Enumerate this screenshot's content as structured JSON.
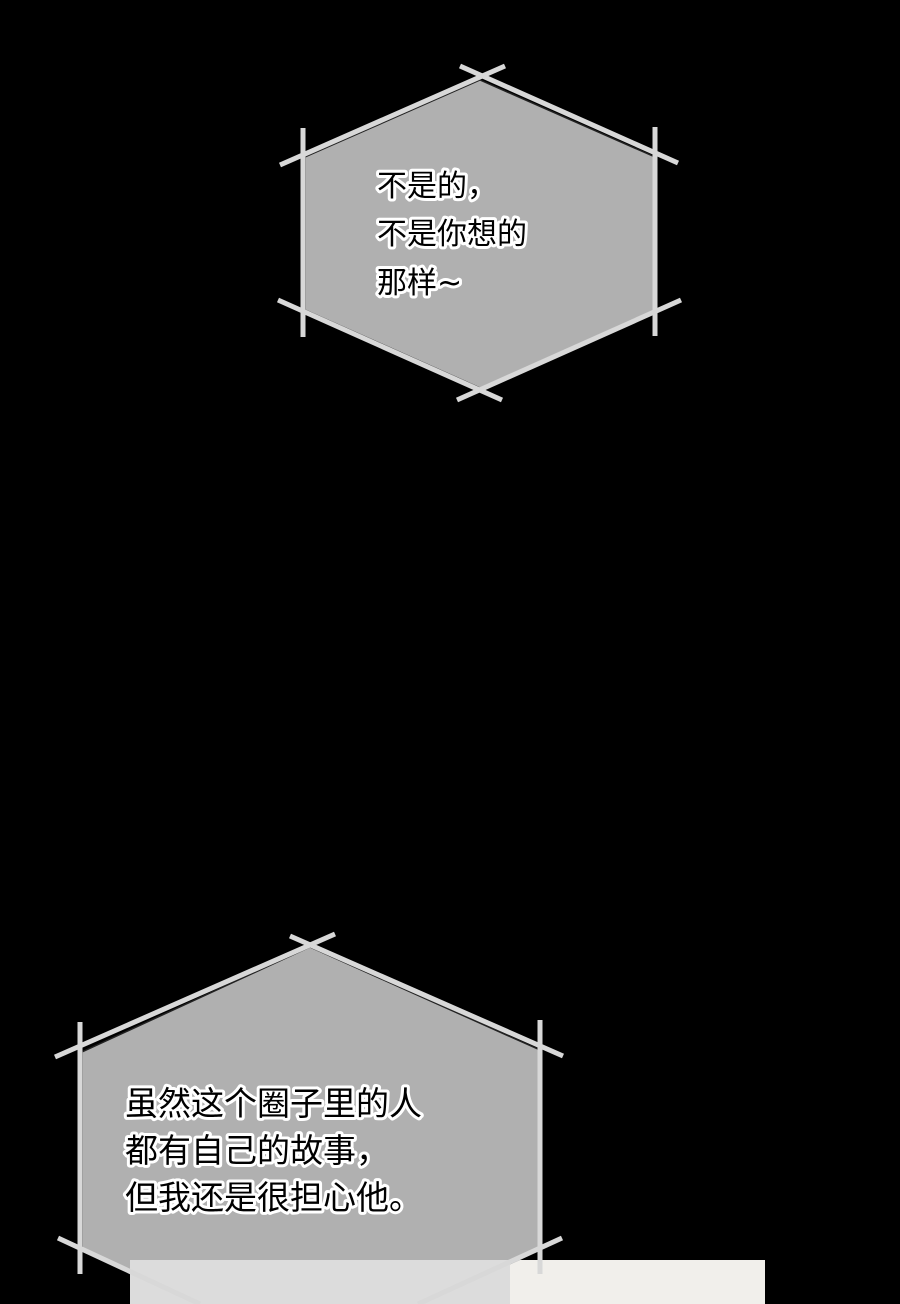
{
  "bubble_top": {
    "lines": [
      "不是的，",
      "不是你想的",
      "那样~"
    ]
  },
  "bubble_bottom": {
    "lines": [
      "虽然这个圈子里的人",
      "都有自己的故事，",
      "但我还是很担心他。"
    ]
  },
  "colors": {
    "background": "#000000",
    "bubble_fill": "#b0b0b0",
    "frame_lines": "#d8d8d8",
    "panel": "#f1efeb"
  }
}
